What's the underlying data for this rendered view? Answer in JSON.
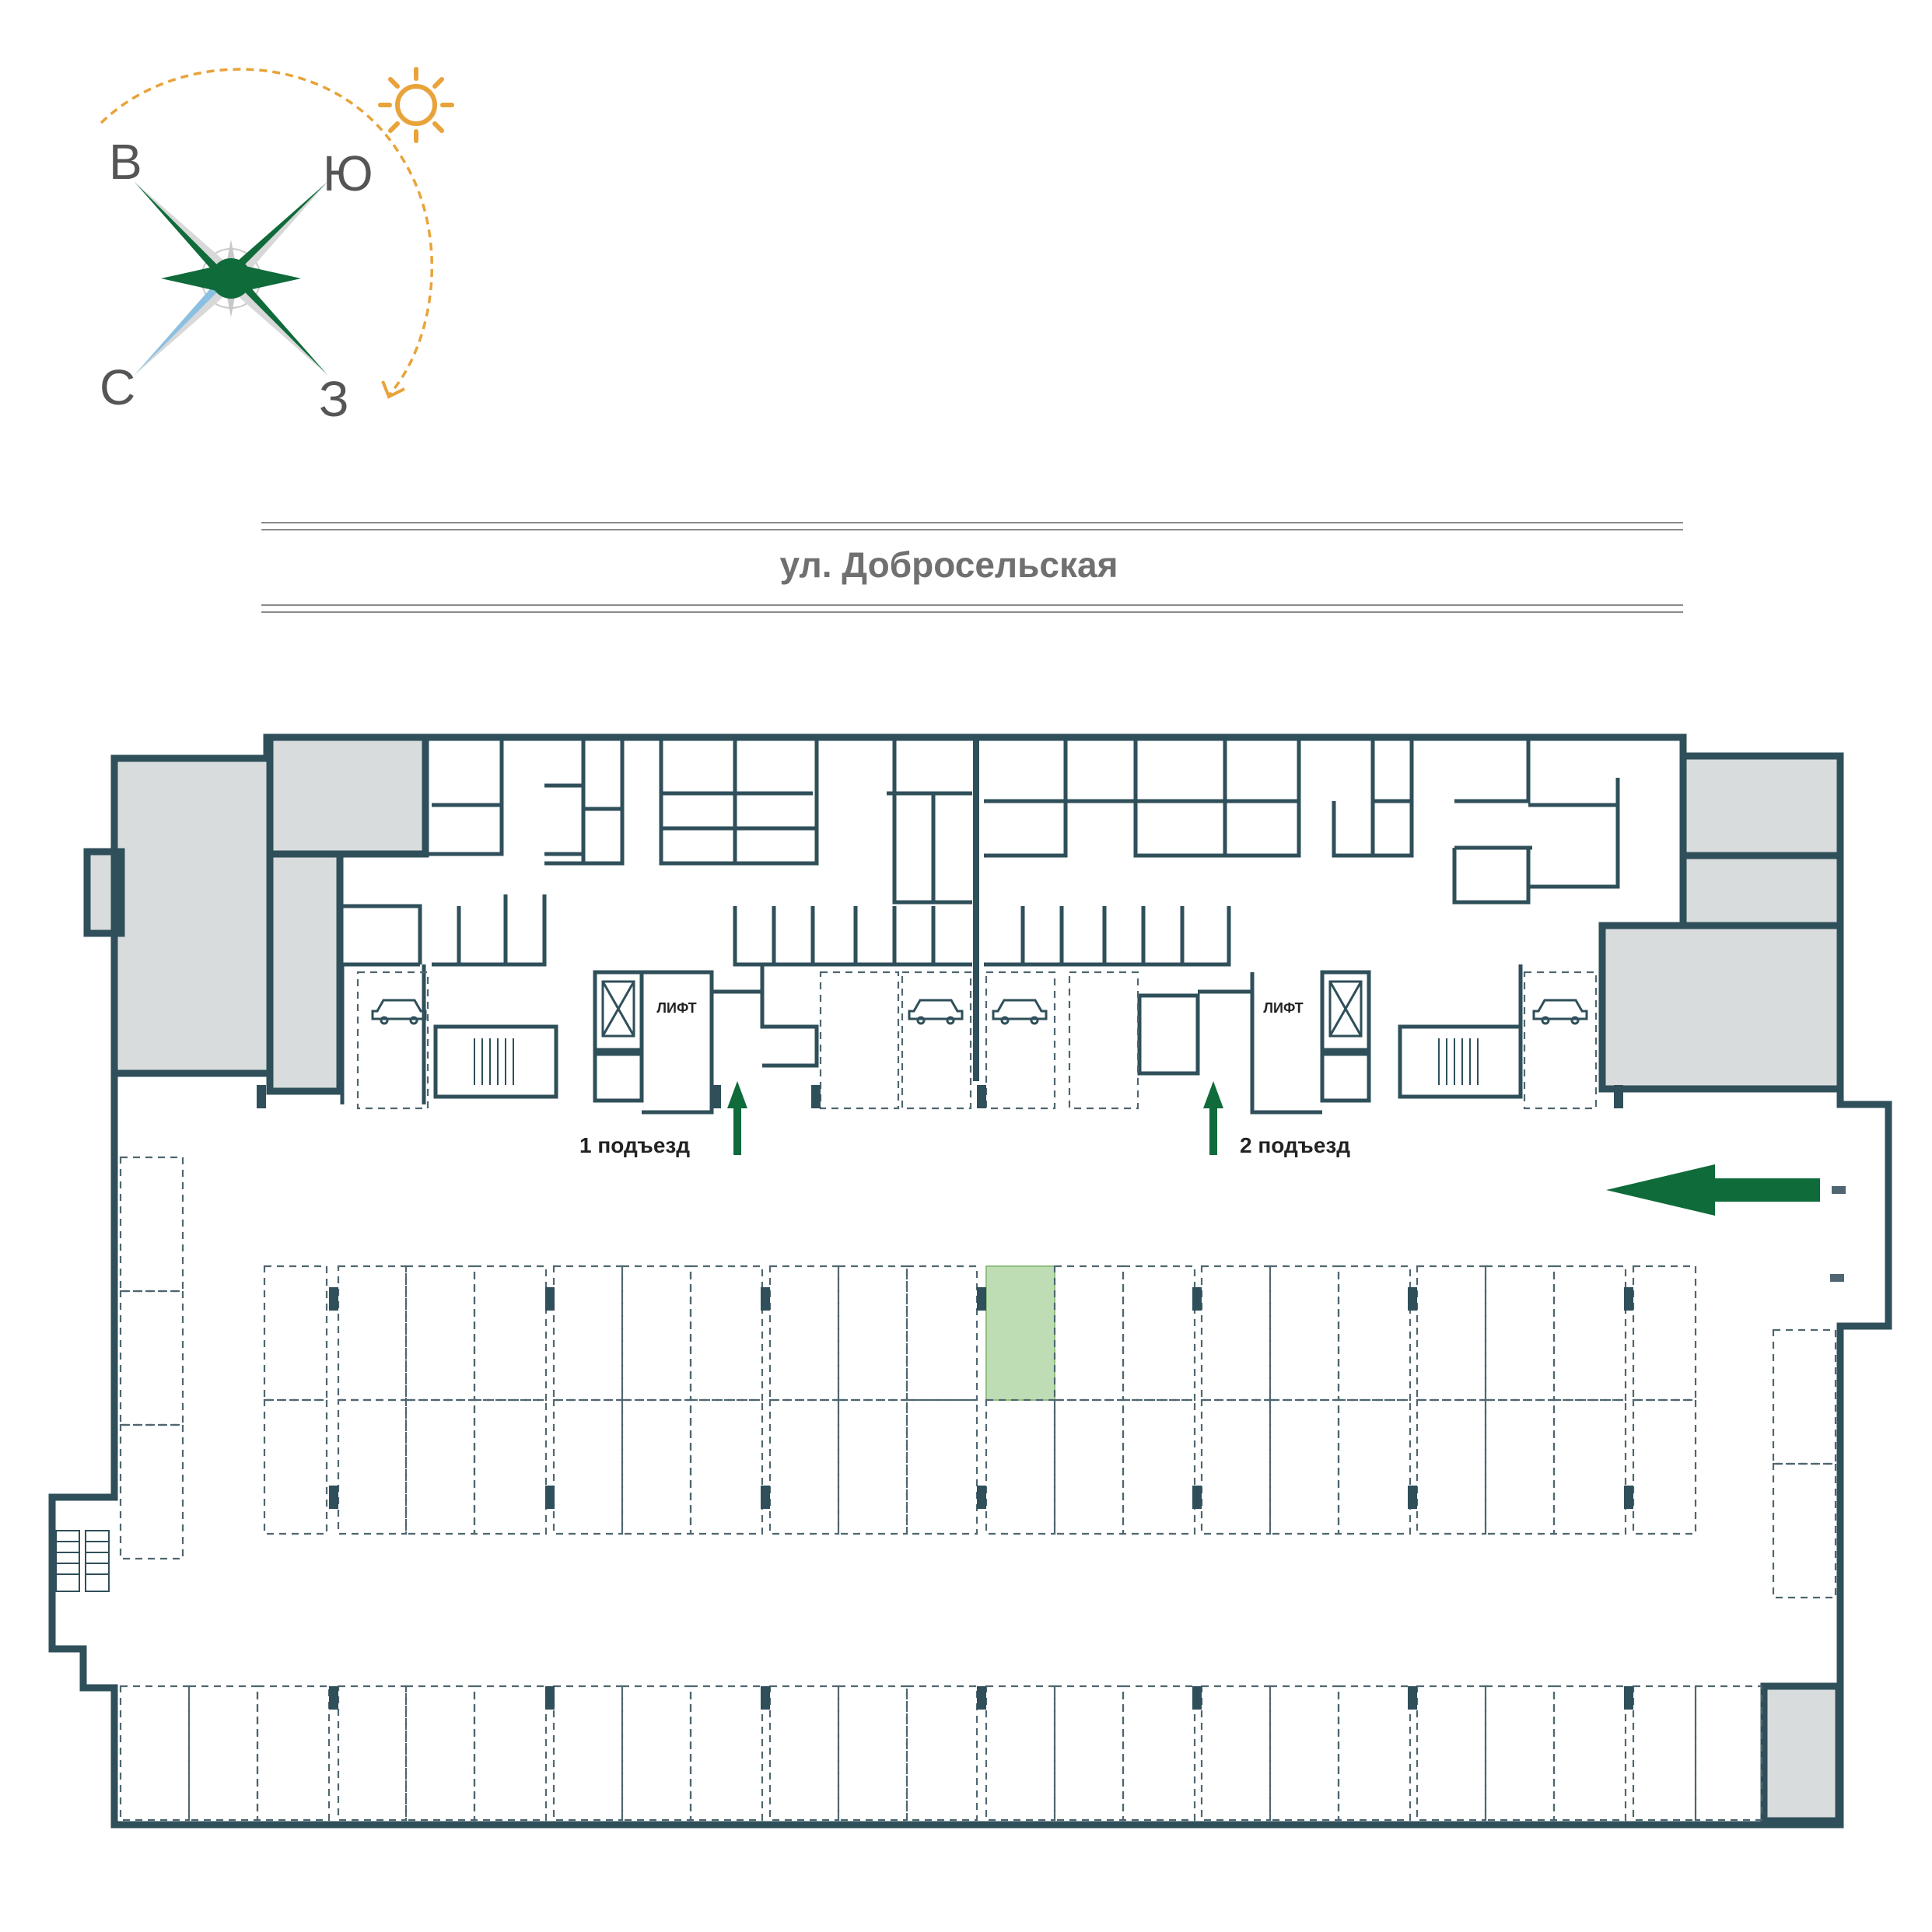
{
  "compass": {
    "east": "В",
    "south": "Ю",
    "north": "С",
    "west": "З",
    "sun_color": "#e8a33a",
    "needle_color": "#0f6b3a",
    "north_needle_color": "#8cc0e0"
  },
  "street": {
    "name": "ул. Добросельская"
  },
  "building": {
    "lift_label_1": "ЛИФТ",
    "lift_label_2": "ЛИФТ",
    "entrance_1": "1 подъезд",
    "entrance_2": "2 подъезд",
    "ev_charging_icon": "ev-charging-car-icon",
    "wall_color": "#2f4f5a",
    "service_fill": "#d9dcdc",
    "arrow_color": "#0f6b3a"
  },
  "parking": {
    "highlighted_space_color": "#bfddb4",
    "entry_arrow_icon": "entry-arrow-icon"
  }
}
